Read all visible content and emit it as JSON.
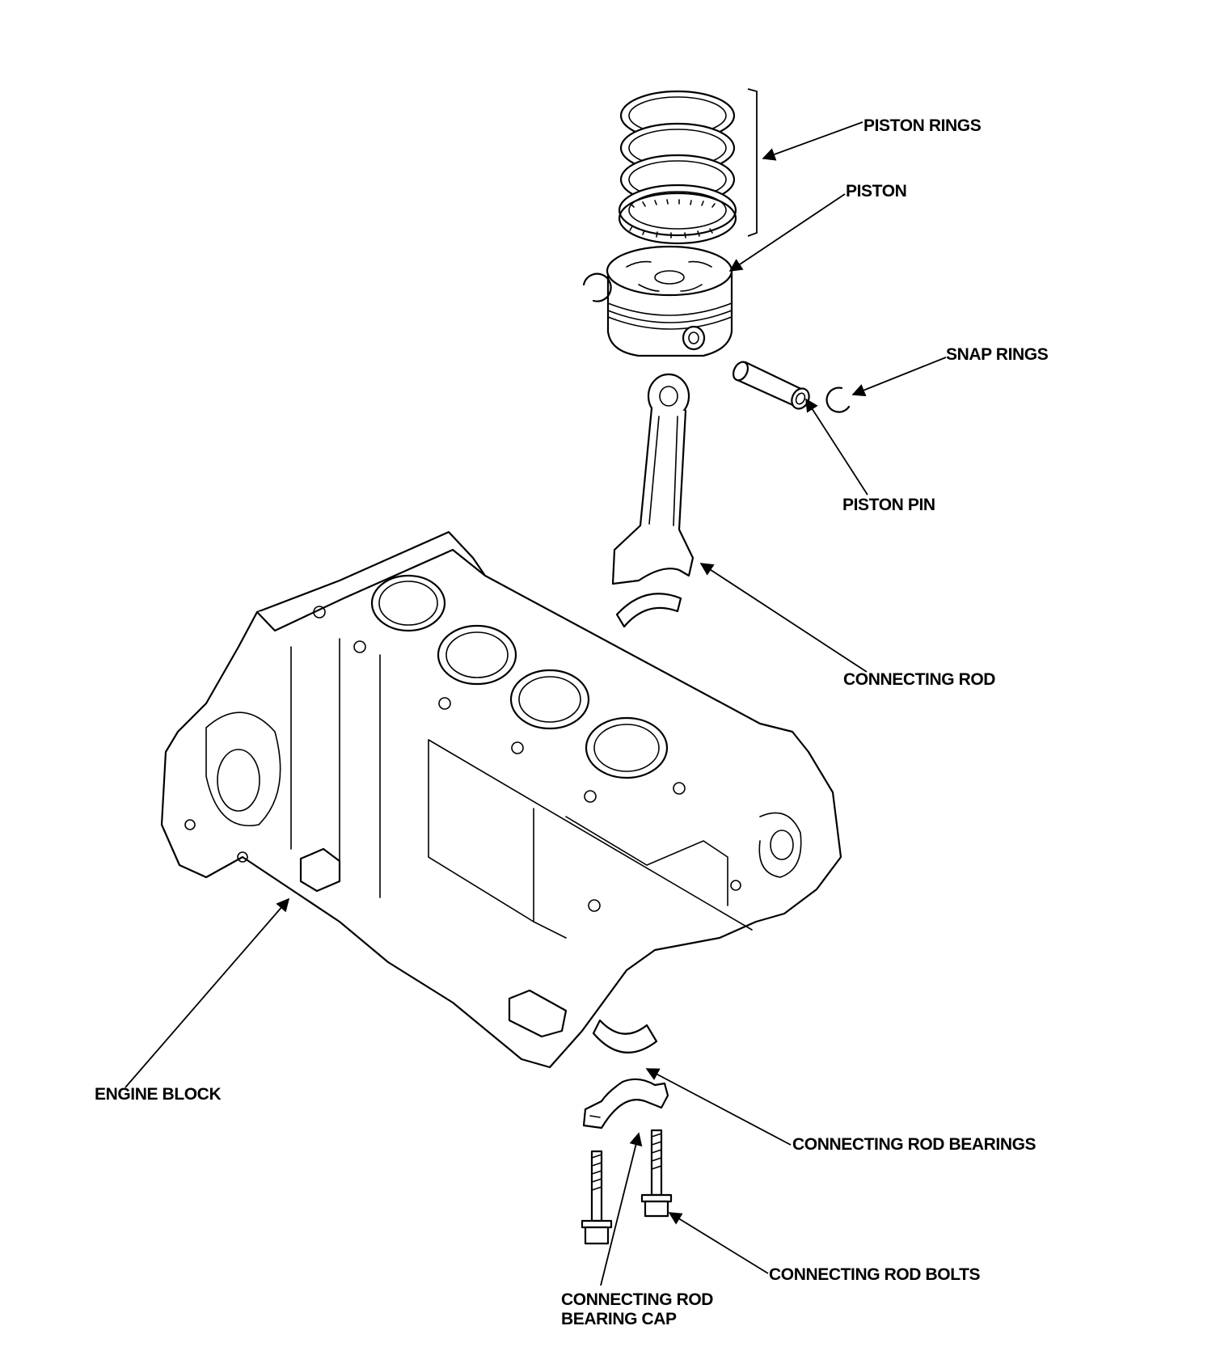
{
  "labels": {
    "piston_rings": "PISTON RINGS",
    "piston": "PISTON",
    "snap_rings": "SNAP RINGS",
    "piston_pin": "PISTON PIN",
    "connecting_rod": "CONNECTING ROD",
    "engine_block": "ENGINE BLOCK",
    "connecting_rod_bearings": "CONNECTING ROD BEARINGS",
    "connecting_rod_bolts": "CONNECTING ROD BOLTS",
    "connecting_rod_bearing_cap_line1": "CONNECTING ROD",
    "connecting_rod_bearing_cap_line2": "BEARING CAP"
  }
}
